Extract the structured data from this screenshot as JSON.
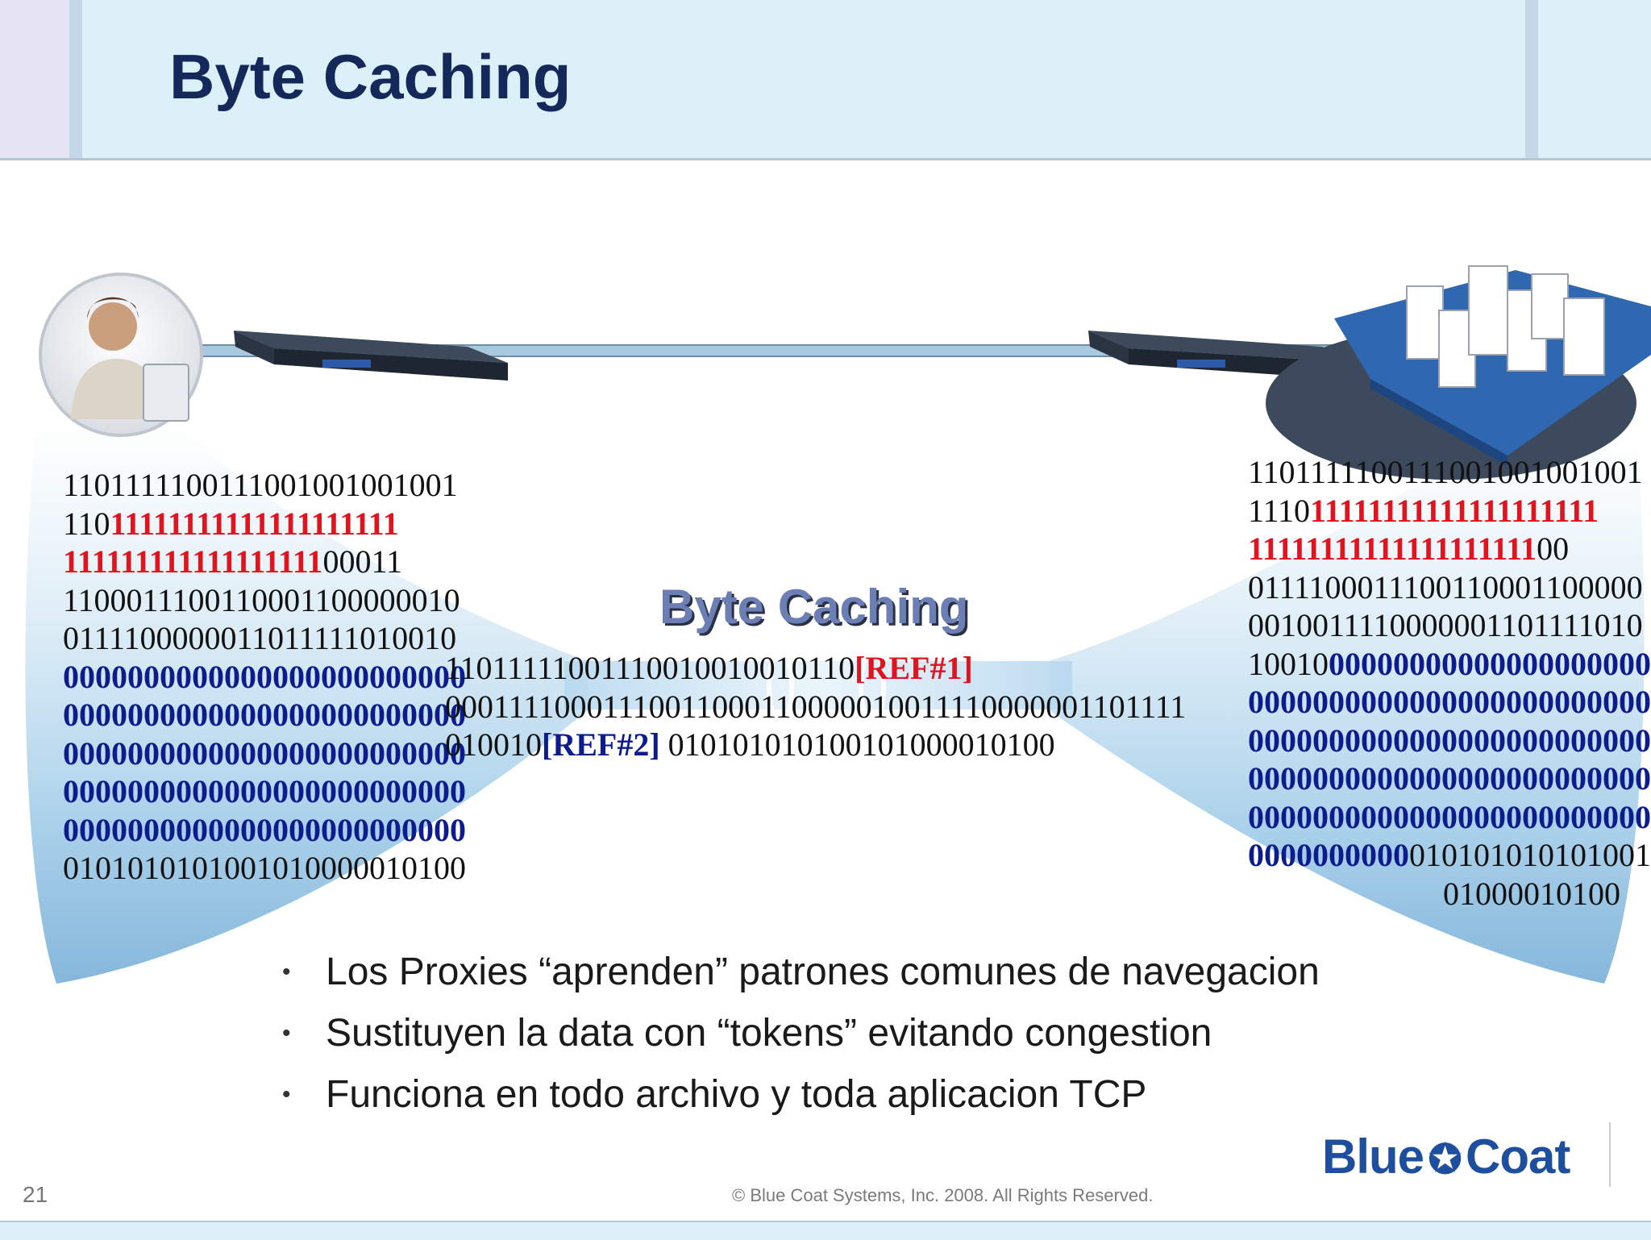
{
  "slide": {
    "title": "Byte Caching",
    "center_label": "Byte Caching",
    "page_number": "21",
    "copyright": "© Blue Coat Systems, Inc. 2008.  All Rights Reserved.",
    "logo_left": "Blue",
    "logo_right": "Coat"
  },
  "left_binary": {
    "l1": "1101111100111001001001001",
    "l2a": "110",
    "l2b": "11111111111111111111",
    "l3a": "111111111111111111",
    "l3b": "00011",
    "l4": "1100011100110001100000010",
    "l5": "0111100000011011111010010",
    "l6": "0000000000000000000000000",
    "l7": "0000000000000000000000000",
    "l8": "0000000000000000000000000",
    "l9": "0000000000000000000000000",
    "l10": "0000000000000000000000000",
    "l11": "0101010101001010000010100"
  },
  "middle_binary": {
    "m1a": "11011111001110010010010110",
    "m1ref": "[REF#1]",
    "m2": "00011110001110011000110000010011110000001101111",
    "m3a": "010010",
    "m3ref": "[REF#2]",
    "m3b": " 010101010100101000010100"
  },
  "right_binary": {
    "r1": "1101111100111001001001001",
    "r2a": "1110",
    "r2b": "11111111111111111111",
    "r3a": "11111111111111111111",
    "r3b": "00",
    "r4": "0111100011100110001100000",
    "r5": "0010011110000001101111010",
    "r6a": "10010",
    "r6b": "00000000000000000000",
    "r7": "0000000000000000000000000",
    "r8": "0000000000000000000000000",
    "r9": "0000000000000000000000000",
    "r10": "0000000000000000000000000",
    "r11a": "0000000000",
    "r11b": "010101010101001",
    "r12": "01000010100"
  },
  "bullets": [
    "Los Proxies “aprenden” patrones comunes de navegacion",
    "Sustituyen la data con “tokens” evitando congestion",
    "Funciona en todo archivo y toda aplicacion TCP"
  ],
  "colors": {
    "title": "#14285a",
    "highlight_red": "#e0141e",
    "highlight_blue": "#0d1c8c",
    "header_bg": "#dcf0fa"
  }
}
